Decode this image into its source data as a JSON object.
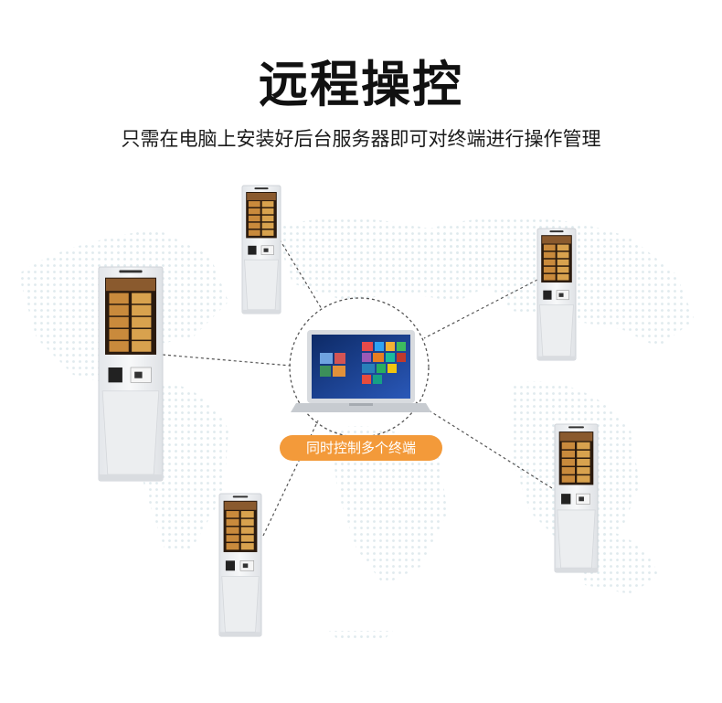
{
  "page": {
    "title": "远程操控",
    "subtitle": "只需在电脑上安装好后台服务器即可对终端进行操作管理",
    "badge": "同时控制多个终端"
  },
  "colors": {
    "badge": "#f39a3a",
    "kiosk_body": "#eef0f2",
    "screen_bg": "#6b4a2a",
    "laptop_screen": "#1d3d8a",
    "dashed_line": "#555555",
    "map_dots": "#d9e6ea"
  },
  "icons": {
    "kiosk": "self-service-kiosk-icon",
    "laptop": "laptop-icon"
  }
}
